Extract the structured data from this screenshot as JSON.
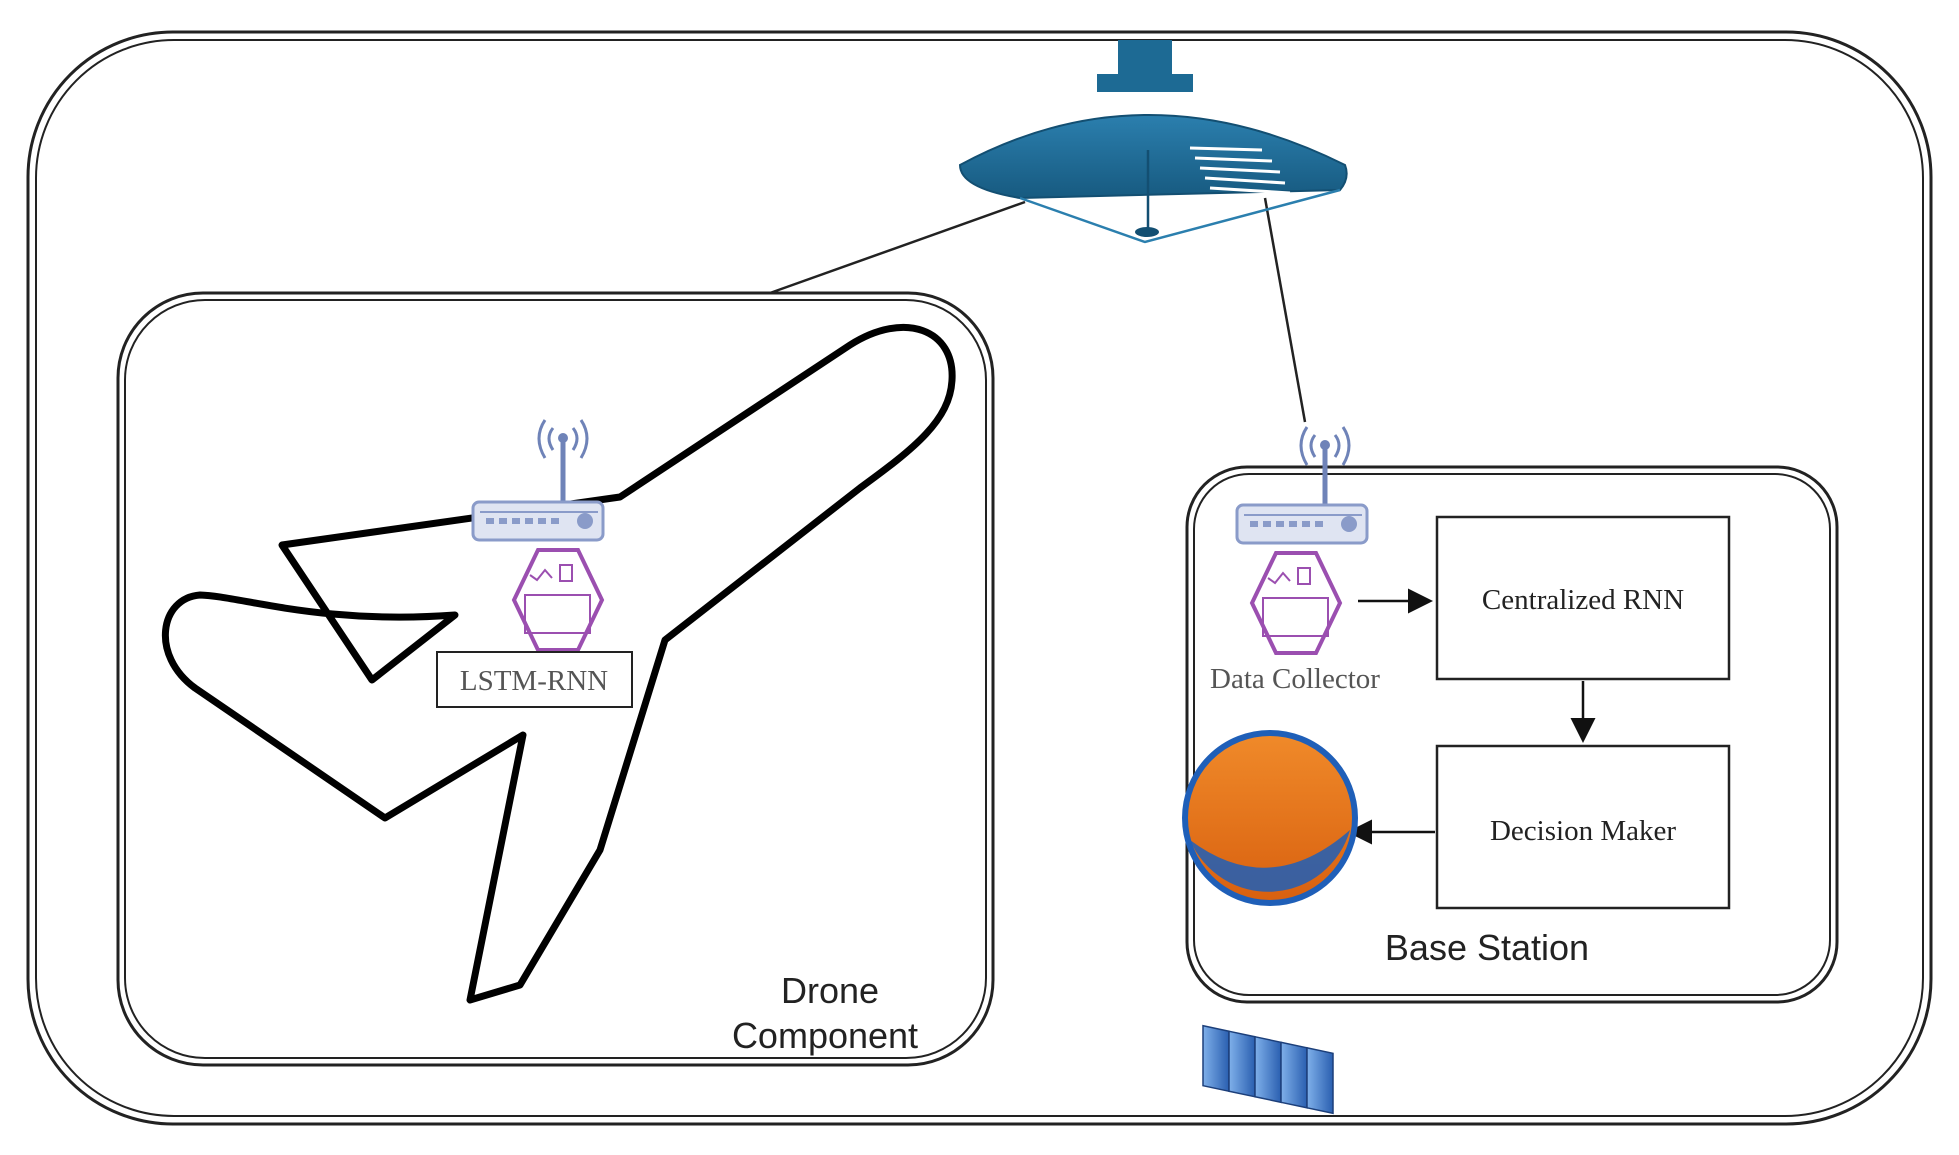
{
  "diagram": {
    "drone_component": {
      "label_line1": "Drone",
      "label_line2": "Component",
      "model_label": "LSTM-RNN"
    },
    "base_station": {
      "label": "Base Station",
      "data_collector_label": "Data Collector",
      "centralized_rnn_label": "Centralized RNN",
      "decision_maker_label": "Decision Maker"
    },
    "icons": {
      "satellite": "satellite-dish-icon",
      "antenna": "wireless-antenna-icon",
      "router": "network-router-icon",
      "processor": "data-processing-hexagon-icon",
      "servers": "server-rack-icon",
      "aircraft": "airplane-outline-icon"
    },
    "colors": {
      "satellite": "#1f6a93",
      "antenna": "#6f83b8",
      "router": "#8a9bc9",
      "hexagon": "#9b4fb0",
      "server_orange": "#e8741a",
      "server_blue": "#3a72c4",
      "line": "#222222"
    }
  }
}
